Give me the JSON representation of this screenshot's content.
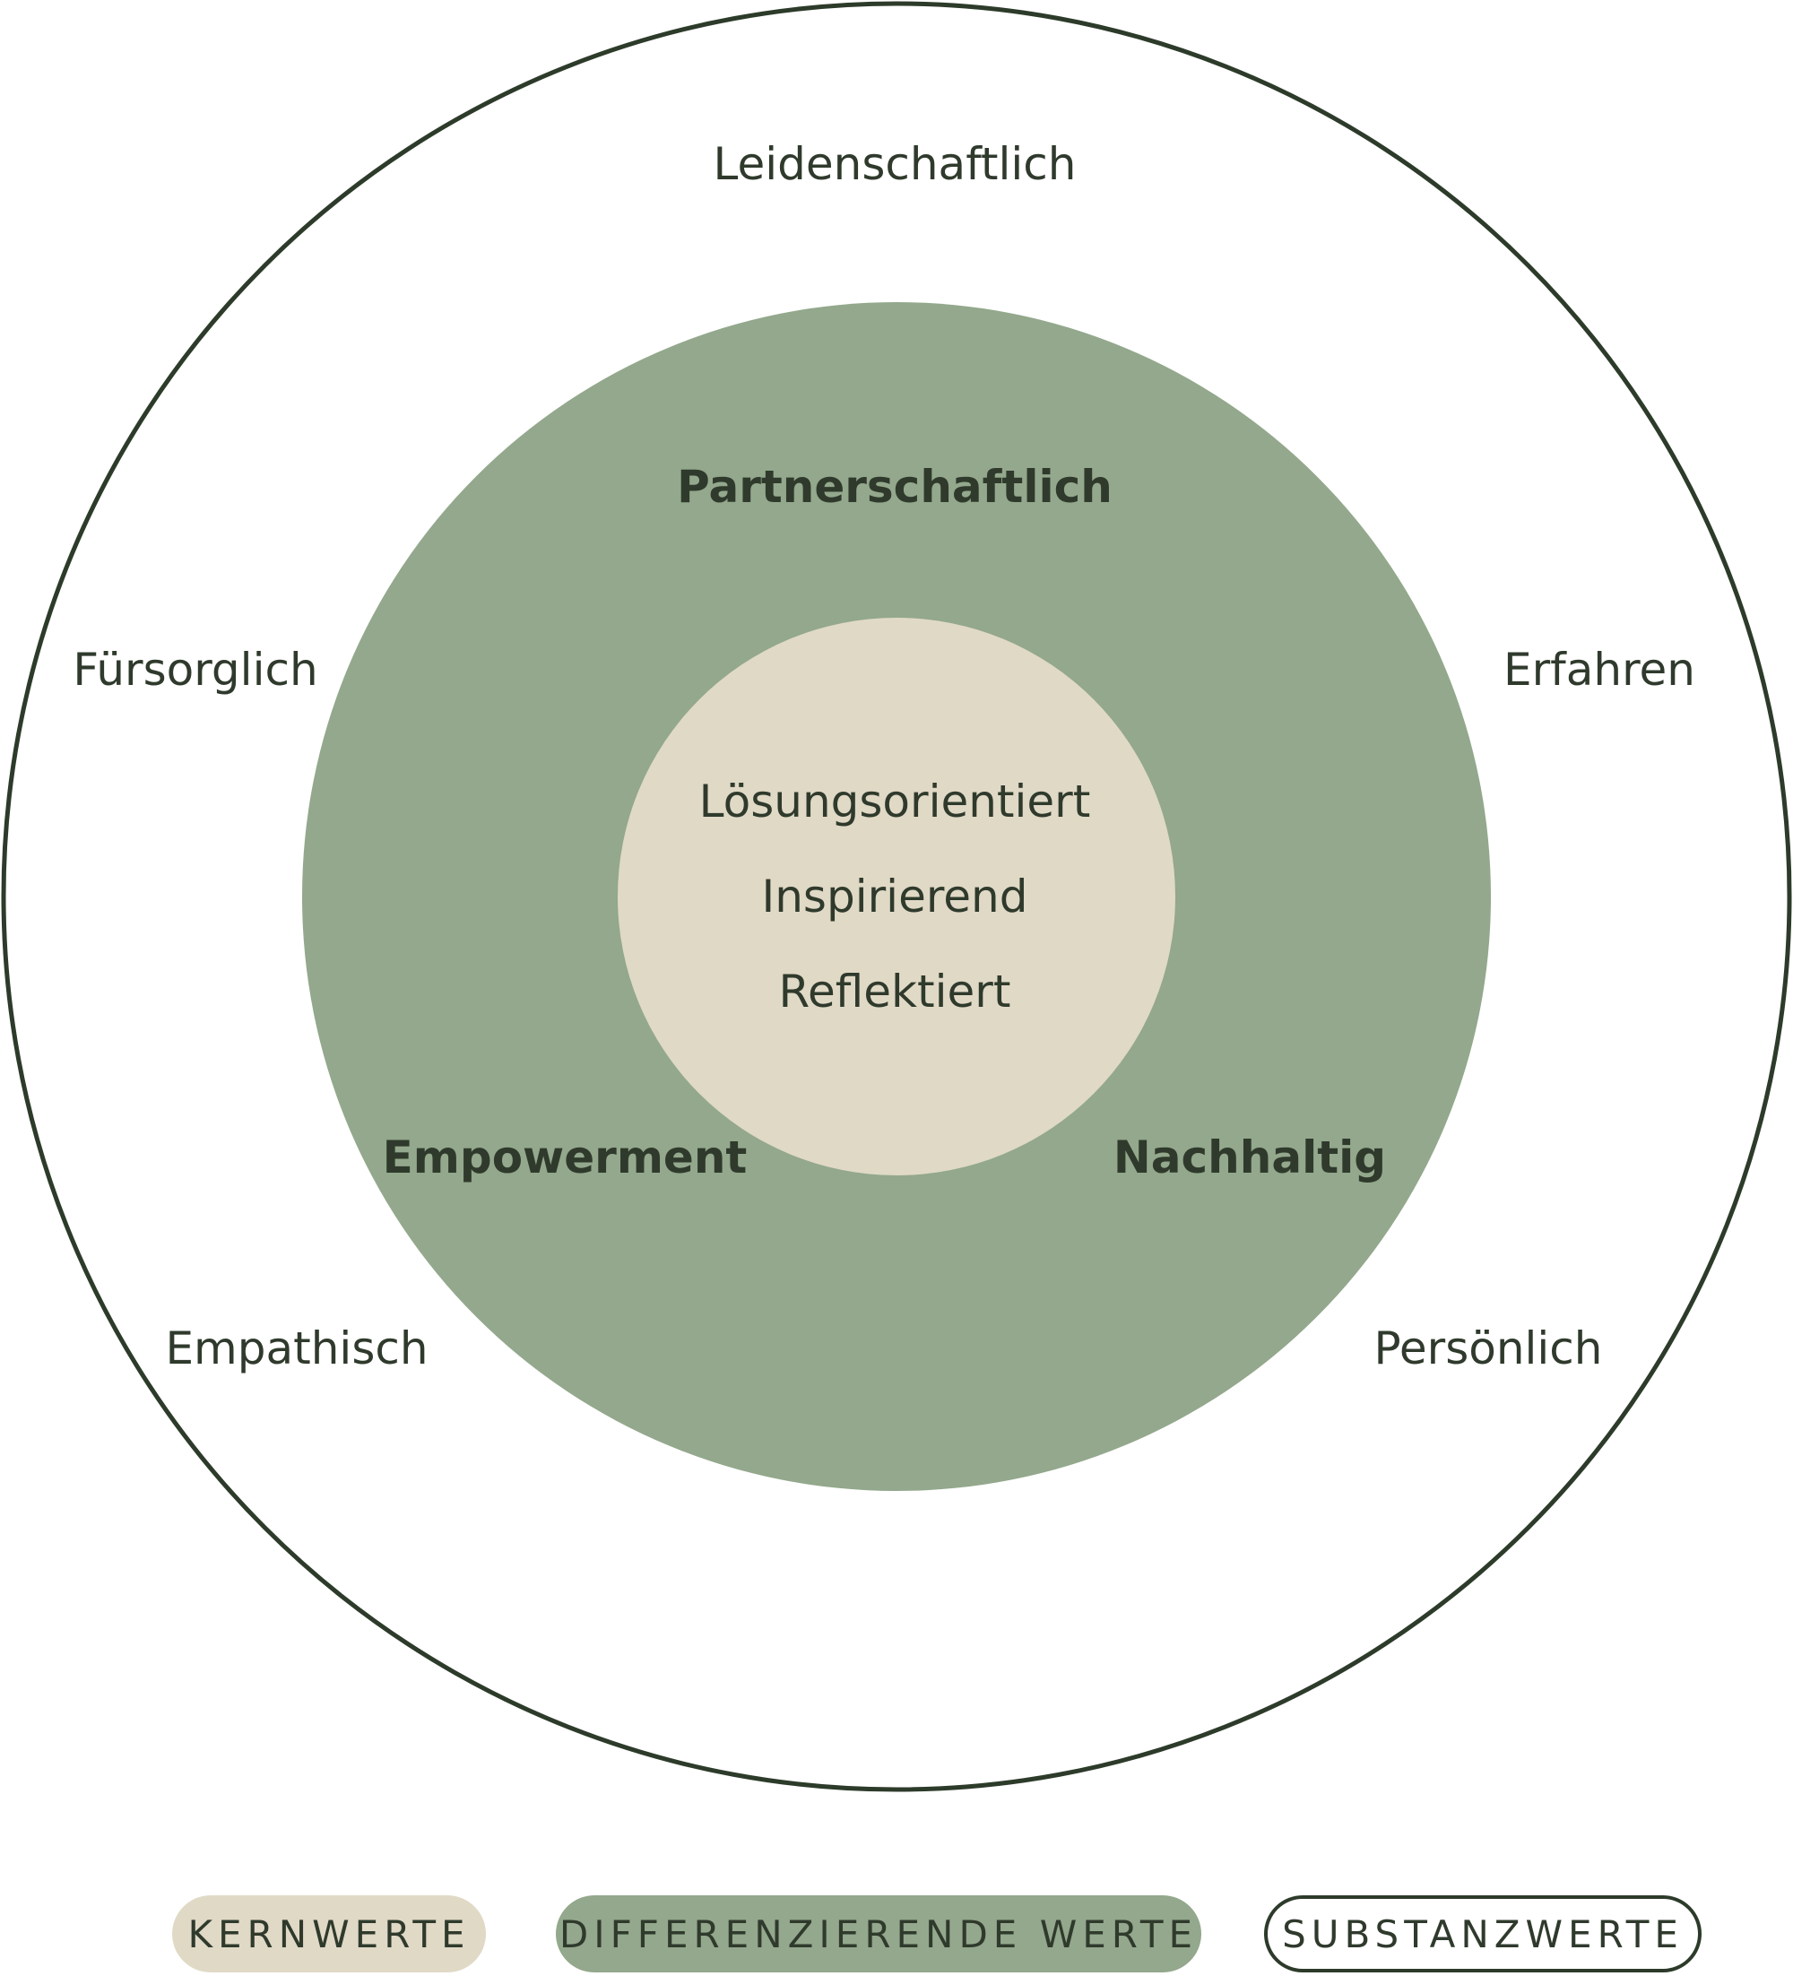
{
  "colors": {
    "outline": "#2d3b2a",
    "core_fill": "#e0d9c6",
    "differentiating_fill": "#93a88c",
    "substance_fill": "#ffffff",
    "text": "#2f3a2c"
  },
  "rings": {
    "substance": {
      "values": [
        "Leidenschaftlich",
        "Fürsorglich",
        "Erfahren",
        "Empathisch",
        "Persönlich"
      ]
    },
    "differentiating": {
      "values": [
        "Partnerschaftlich",
        "Empowerment",
        "Nachhaltig"
      ]
    },
    "core": {
      "values": [
        "Lösungsorientiert",
        "Inspirierend",
        "Reflektiert"
      ]
    }
  },
  "legend": {
    "core": "KERNWERTE",
    "differentiating": "DIFFERENZIERENDE WERTE",
    "substance": "SUBSTANZWERTE"
  }
}
